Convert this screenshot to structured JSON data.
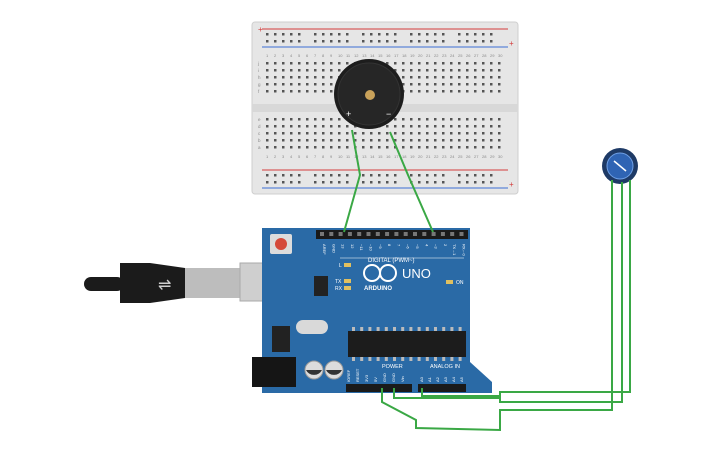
{
  "breadboard": {
    "rail_plus": "+",
    "rail_minus": "-",
    "columns": [
      "1",
      "2",
      "3",
      "4",
      "5",
      "6",
      "7",
      "8",
      "9",
      "10",
      "11",
      "12",
      "13",
      "14",
      "15",
      "16",
      "17",
      "18",
      "19",
      "20",
      "21",
      "22",
      "23",
      "24",
      "25",
      "26",
      "27",
      "28",
      "29",
      "30"
    ],
    "rows_top": [
      "j",
      "i",
      "h",
      "g",
      "f"
    ],
    "rows_bottom": [
      "e",
      "d",
      "c",
      "b",
      "a"
    ]
  },
  "buzzer": {
    "plus_label": "+",
    "minus_label": "−"
  },
  "arduino": {
    "brand": "ARDUINO",
    "model": "UNO",
    "digital_label": "DIGITAL (PWM~)",
    "power_label": "POWER",
    "analog_label": "ANALOG IN",
    "on_label": "ON",
    "led_labels": [
      "L",
      "TX",
      "RX"
    ],
    "digital_pins": [
      "AREF",
      "GND",
      "13",
      "12",
      "~11",
      "~10",
      "~9",
      "8",
      "7",
      "~6",
      "~5",
      "4",
      "~3",
      "2",
      "TX→1",
      "RX←0"
    ],
    "power_pins": [
      "IOREF",
      "RESET",
      "3V3",
      "5V",
      "GND",
      "GND",
      "Vin"
    ],
    "analog_pins": [
      "A0",
      "A1",
      "A2",
      "A3",
      "A4",
      "A5"
    ]
  },
  "colors": {
    "board": "#2a6aa6",
    "wire": "#3aa845",
    "breadboard": "#e8e8e8",
    "rail_red": "#d43c3c",
    "rail_blue": "#3c6fd4"
  }
}
